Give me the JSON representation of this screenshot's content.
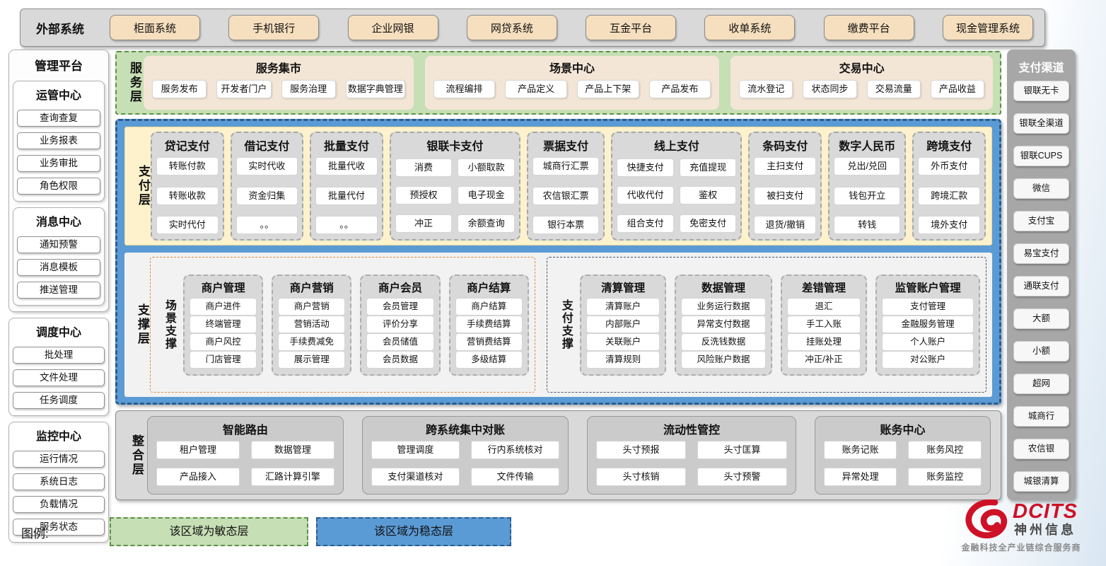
{
  "external_systems": {
    "label": "外部系统",
    "items": [
      "柜面系统",
      "手机银行",
      "企业网银",
      "网贷系统",
      "互金平台",
      "收单系统",
      "缴费平台",
      "现金管理系统"
    ]
  },
  "management_platform": {
    "title": "管理平台",
    "groups": [
      {
        "title": "运管中心",
        "items": [
          "查询查复",
          "业务报表",
          "业务审批",
          "角色权限"
        ]
      },
      {
        "title": "消息中心",
        "items": [
          "通知预警",
          "消息模板",
          "推送管理"
        ]
      },
      {
        "title": "调度中心",
        "items": [
          "批处理",
          "文件处理",
          "任务调度"
        ]
      },
      {
        "title": "监控中心",
        "items": [
          "运行情况",
          "系统日志",
          "负载情况",
          "服务状态"
        ]
      }
    ]
  },
  "service_layer": {
    "label": "服务层",
    "sections": [
      {
        "title": "服务集市",
        "items": [
          "服务发布",
          "开发者门户",
          "服务治理",
          "数据字典管理"
        ]
      },
      {
        "title": "场景中心",
        "items": [
          "流程编排",
          "产品定义",
          "产品上下架",
          "产品发布"
        ]
      },
      {
        "title": "交易中心",
        "items": [
          "流水登记",
          "状态同步",
          "交易流量",
          "产品收益"
        ]
      }
    ]
  },
  "payment_layer": {
    "label": "支付层",
    "columns": [
      {
        "title": "贷记支付",
        "items": [
          "转账付款",
          "转账收款",
          "实时代付"
        ]
      },
      {
        "title": "借记支付",
        "items": [
          "实时代收",
          "资金归集",
          "。。"
        ]
      },
      {
        "title": "批量支付",
        "items": [
          "批量代收",
          "批量代付",
          "。。"
        ]
      },
      {
        "title": "银联卡支付",
        "items": [
          "消费",
          "小额取款",
          "预授权",
          "电子现金",
          "冲正",
          "余额查询"
        ]
      },
      {
        "title": "票据支付",
        "items": [
          "城商行汇票",
          "农信银汇票",
          "银行本票"
        ]
      },
      {
        "title": "线上支付",
        "items": [
          "快捷支付",
          "充值提现",
          "代收代付",
          "鉴权",
          "组合支付",
          "免密支付"
        ]
      },
      {
        "title": "条码支付",
        "items": [
          "主扫支付",
          "被扫支付",
          "退货/撤销"
        ]
      },
      {
        "title": "数字人民币",
        "items": [
          "兑出/兑回",
          "钱包开立",
          "转钱"
        ]
      },
      {
        "title": "跨境支付",
        "items": [
          "外币支付",
          "跨境汇款",
          "境外支付"
        ]
      }
    ]
  },
  "support_layer": {
    "label": "支撑层",
    "groups": [
      {
        "label": "场景支撑",
        "columns": [
          {
            "title": "商户管理",
            "items": [
              "商户进件",
              "终端管理",
              "商户风控",
              "门店管理"
            ]
          },
          {
            "title": "商户营销",
            "items": [
              "商户营销",
              "营销活动",
              "手续费减免",
              "展示管理"
            ]
          },
          {
            "title": "商户会员",
            "items": [
              "会员管理",
              "评价分享",
              "会员储值",
              "会员数据"
            ]
          },
          {
            "title": "商户结算",
            "items": [
              "商户结算",
              "手续费结算",
              "营销费结算",
              "多级结算"
            ]
          }
        ]
      },
      {
        "label": "支付支撑",
        "columns": [
          {
            "title": "清算管理",
            "items": [
              "清算账户",
              "内部账户",
              "关联账户",
              "清算规则"
            ]
          },
          {
            "title": "数据管理",
            "items": [
              "业务运行数据",
              "异常支付数据",
              "反洗钱数据",
              "风险账户数据"
            ]
          },
          {
            "title": "差错管理",
            "items": [
              "退汇",
              "手工入账",
              "挂账处理",
              "冲正/补正"
            ]
          },
          {
            "title": "监管账户管理",
            "items": [
              "支付管理",
              "金融服务管理",
              "个人账户",
              "对公账户"
            ]
          }
        ]
      }
    ]
  },
  "integration_layer": {
    "label": "整合层",
    "sections": [
      {
        "title": "智能路由",
        "items": [
          "租户管理",
          "数据管理",
          "产品接入",
          "汇路计算引擎"
        ]
      },
      {
        "title": "跨系统集中对账",
        "items": [
          "管理调度",
          "行内系统核对",
          "支付渠道核对",
          "文件传输"
        ]
      },
      {
        "title": "流动性管控",
        "items": [
          "头寸预报",
          "头寸匡算",
          "头寸核销",
          "头寸预警"
        ]
      },
      {
        "title": "账务中心",
        "items": [
          "账务记账",
          "账务风控",
          "异常处理",
          "账务监控"
        ]
      }
    ]
  },
  "payment_channels": {
    "title": "支付渠道",
    "items": [
      "银联无卡",
      "银联全渠道",
      "银联CUPS",
      "微信",
      "支付宝",
      "易宝支付",
      "通联支付",
      "大额",
      "小额",
      "超网",
      "城商行",
      "农信银",
      "城银清算"
    ]
  },
  "legend": {
    "label": "图例:",
    "agile": "该区域为敏态层",
    "stable": "该区域为稳态层"
  },
  "logo": {
    "name": "DCITS",
    "company": "神州信息",
    "tagline": "金融科技全产业链综合服务商"
  },
  "colors": {
    "stable_blue": "#5B9BD5",
    "agile_green": "#C6DFB5",
    "payment_cream": "#FDF2CC",
    "scene_orange": "#E08A3C",
    "support_navy": "#44546A",
    "external_beige": "#F6DFBE",
    "panel_gray": "#D9D9D9",
    "channel_gray": "#A7A7A7",
    "logo_red": "#CE1126"
  }
}
